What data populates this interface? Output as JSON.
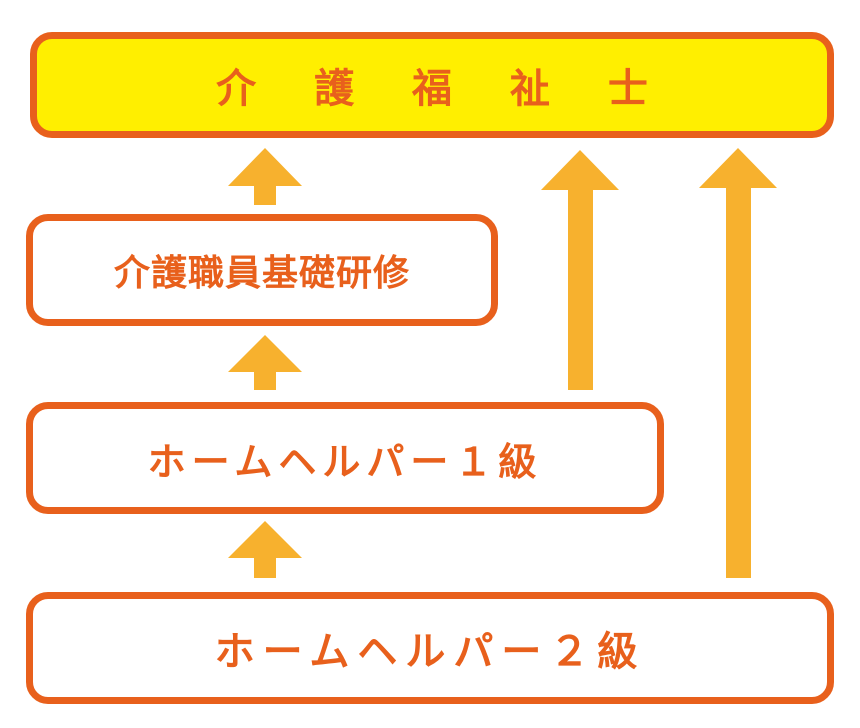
{
  "boxes": {
    "kaigo_fukushishi": "介 護 福 祉 士",
    "kaigo_shokuin_kiso_kenshu": "介護職員基礎研修",
    "home_helper_1": "ホームヘルパー１級",
    "home_helper_2": "ホームヘルパー２級"
  },
  "colors": {
    "border": "#E8601C",
    "top_fill": "#FFEF00",
    "arrow": "#F7B12E",
    "text": "#E8601C"
  },
  "edges": [
    {
      "from": "home_helper_2",
      "to": "home_helper_1"
    },
    {
      "from": "home_helper_1",
      "to": "kaigo_shokuin_kiso_kenshu"
    },
    {
      "from": "kaigo_shokuin_kiso_kenshu",
      "to": "kaigo_fukushishi"
    },
    {
      "from": "home_helper_1",
      "to": "kaigo_fukushishi"
    },
    {
      "from": "home_helper_2",
      "to": "kaigo_fukushishi"
    }
  ]
}
